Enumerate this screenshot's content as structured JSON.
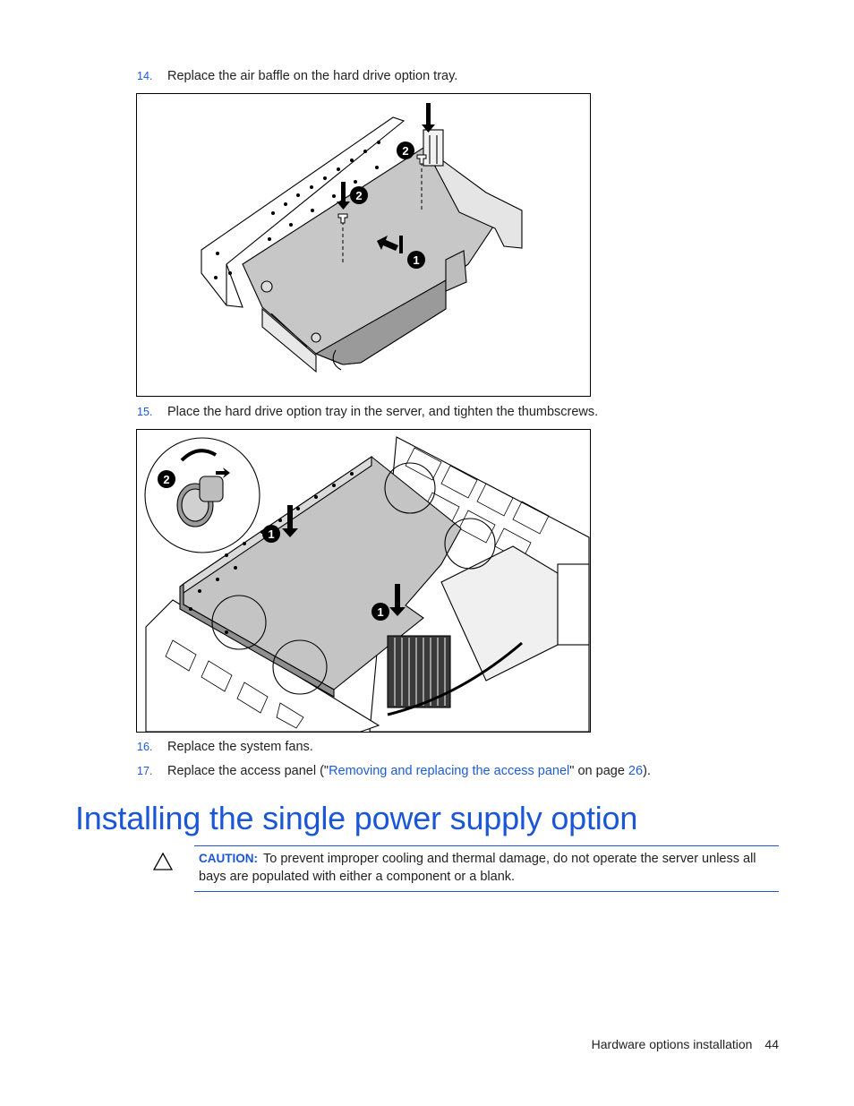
{
  "steps": [
    {
      "num": "14.",
      "text": "Replace the air baffle on the hard drive option tray."
    },
    {
      "num": "15.",
      "text": "Place the hard drive option tray in the server, and tighten the thumbscrews."
    },
    {
      "num": "16.",
      "text": "Replace the system fans."
    },
    {
      "num": "17.",
      "text_before": "Replace the access panel (\"",
      "link_text": "Removing and replacing the access panel",
      "text_middle": "\" on page ",
      "page_link": "26",
      "text_after": ")."
    }
  ],
  "figure1": {
    "callouts": [
      "2",
      "2",
      "1"
    ]
  },
  "figure2": {
    "callouts": [
      "2",
      "1",
      "1"
    ]
  },
  "section_heading": "Installing the single power supply option",
  "caution": {
    "label": "CAUTION:",
    "text": "To prevent improper cooling and thermal damage, do not operate the server unless all bays are populated with either a component or a blank."
  },
  "footer": {
    "section": "Hardware options installation",
    "page": "44"
  },
  "colors": {
    "accent": "#1a56d6",
    "text": "#222222"
  }
}
